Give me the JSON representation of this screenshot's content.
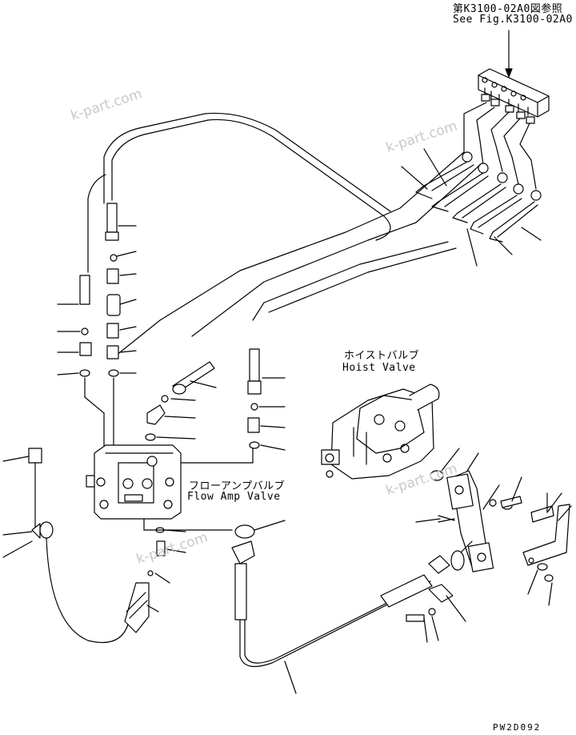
{
  "diagram": {
    "reference_jp": "第K3100-02A0図参照",
    "reference_en": "See Fig.K3100-02A0",
    "hoist_valve_jp": "ホイストバルブ",
    "hoist_valve_en": "Hoist Valve",
    "flow_amp_valve_jp": "フローアンプバルブ",
    "flow_amp_valve_en": "Flow Amp Valve",
    "drawing_code": "PW2D092",
    "watermark": "k-part.com"
  }
}
